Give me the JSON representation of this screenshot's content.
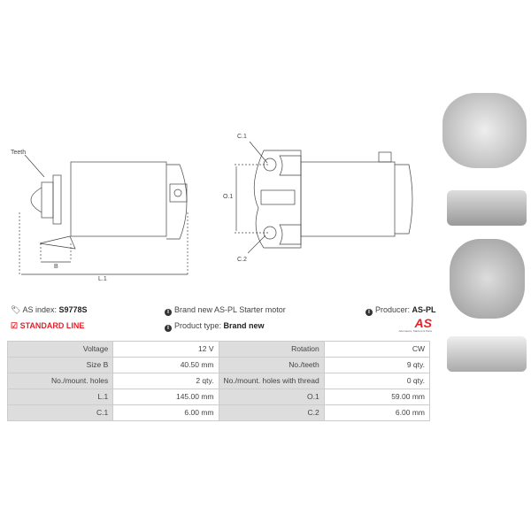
{
  "drawing": {
    "teeth": "Teeth",
    "b": "B",
    "l1": "L.1",
    "c1": "C.1",
    "c2": "C.2",
    "o1": "O.1"
  },
  "info": {
    "as_index_label": "AS index:",
    "as_index": "S9778S",
    "line": "STANDARD LINE",
    "desc": "Brand new AS-PL Starter motor",
    "type_label": "Product type:",
    "type": "Brand new",
    "producer_label": "Producer:",
    "producer": "AS-PL",
    "logo": "AS",
    "logo_sub": "Alternators, Starters & Parts"
  },
  "specs": [
    {
      "k1": "Voltage",
      "v1": "12 V",
      "k2": "Rotation",
      "v2": "CW"
    },
    {
      "k1": "Size B",
      "v1": "40.50 mm",
      "k2": "No./teeth",
      "v2": "9 qty."
    },
    {
      "k1": "No./mount. holes",
      "v1": "2 qty.",
      "k2": "No./mount. holes with thread",
      "v2": "0 qty."
    },
    {
      "k1": "L.1",
      "v1": "145.00 mm",
      "k2": "O.1",
      "v2": "59.00 mm"
    },
    {
      "k1": "C.1",
      "v1": "6.00 mm",
      "k2": "C.2",
      "v2": "6.00 mm"
    }
  ],
  "colors": {
    "red": "#e8202a",
    "cell": "#dddddd"
  }
}
